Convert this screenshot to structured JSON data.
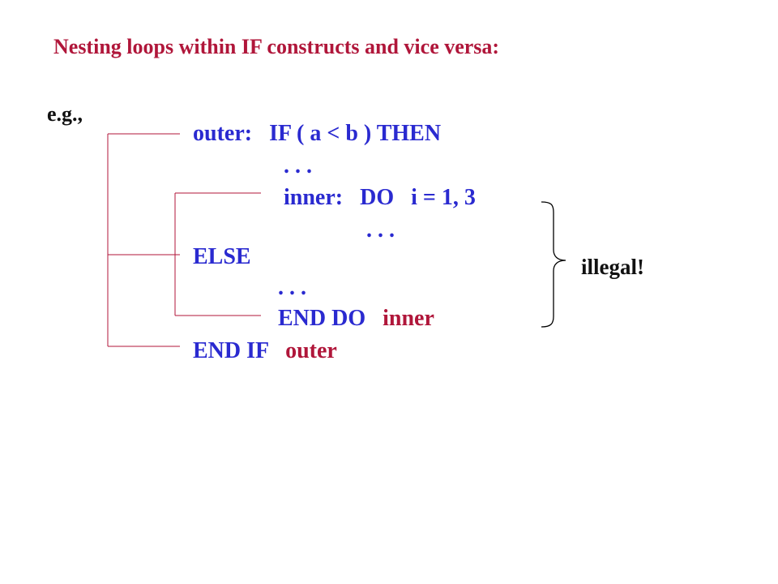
{
  "title": "Nesting loops within IF constructs and vice versa:",
  "example_label": "e.g.,",
  "code": {
    "line1": "outer:   IF ( a < b ) THEN",
    "dots1": ". . .",
    "line3": "inner:   DO   i = 1, 3",
    "dots2": ". . .",
    "else": "ELSE",
    "dots3": ". . .",
    "end_do": "END DO",
    "end_do_label": "inner",
    "end_if": "END IF",
    "end_if_label": "outer"
  },
  "annotation": "illegal!",
  "colors": {
    "title": "#b0163a",
    "code": "#2a2ad0",
    "label": "#b0163a",
    "bracket": "#b0163a",
    "brace": "#000000"
  }
}
